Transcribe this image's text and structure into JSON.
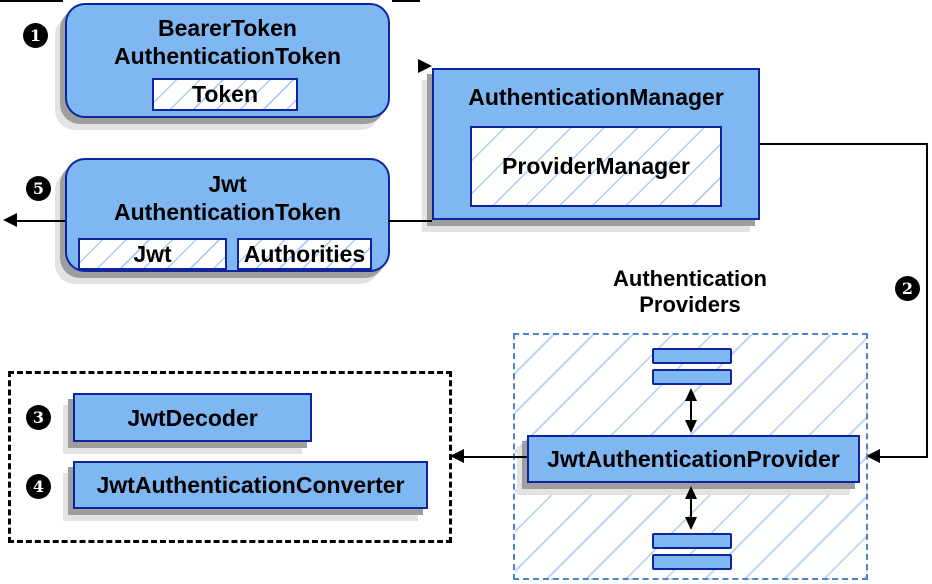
{
  "steps": [
    "1",
    "2",
    "3",
    "4",
    "5"
  ],
  "nodes": {
    "bearer_token": {
      "title_line1": "BearerToken",
      "title_line2": "AuthenticationToken",
      "token_field": "Token"
    },
    "authentication_manager": {
      "title": "AuthenticationManager",
      "provider_manager_field": "ProviderManager"
    },
    "jwt_authentication_token": {
      "title_line1": "Jwt",
      "title_line2": "AuthenticationToken",
      "jwt_field": "Jwt",
      "authorities_field": "Authorities"
    },
    "providers_group": {
      "label_line1": "Authentication",
      "label_line2": "Providers"
    },
    "jwt_authentication_provider": {
      "title": "JwtAuthenticationProvider"
    },
    "jwt_decoder": {
      "title": "JwtDecoder"
    },
    "jwt_authentication_converter": {
      "title": "JwtAuthenticationConverter"
    }
  },
  "colors": {
    "node_fill": "#7fb7f2",
    "node_stroke": "#10259c",
    "hatch_line": "#a9cdf4",
    "providers_dashed_border": "#4d82cc",
    "support_dashed_border": "#000000",
    "shadow_dark": "#9e9e9e",
    "shadow_light": "#e3e3e3",
    "line": "#000000",
    "badge_background": "#000000",
    "badge_text": "#ffffff"
  }
}
